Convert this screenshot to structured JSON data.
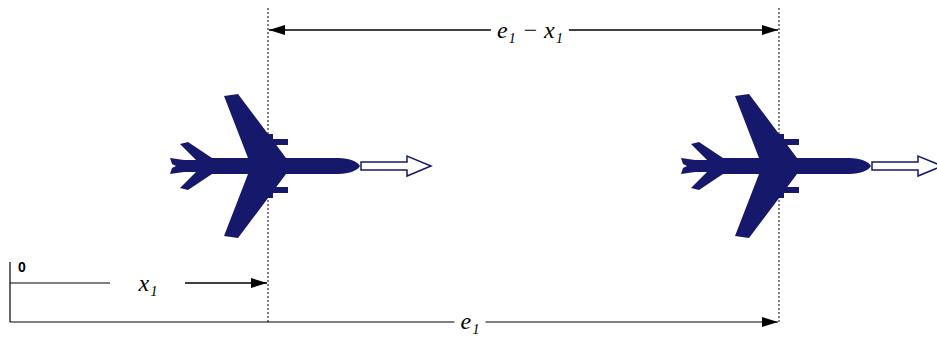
{
  "diagram": {
    "labels": [
      "e₁ − x₁",
      "0",
      "x₁",
      "e₁"
    ]
  }
}
